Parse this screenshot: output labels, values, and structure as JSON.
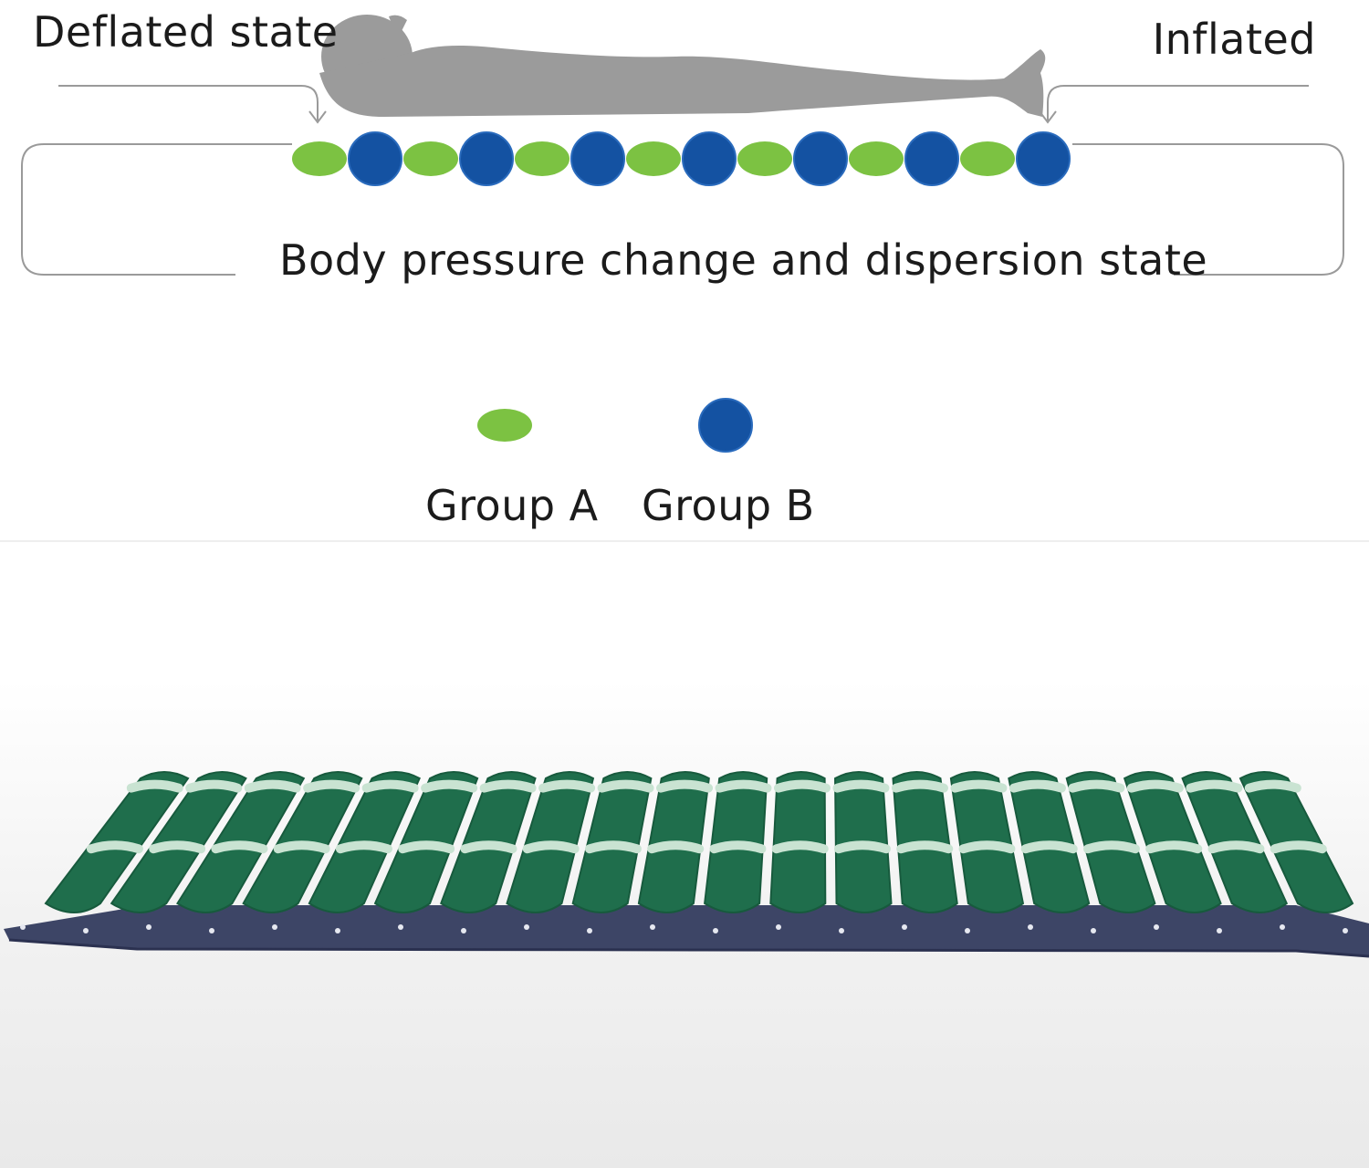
{
  "diagram": {
    "deflated_label": "Deflated state",
    "inflated_label": "Inflated",
    "caption": "Body pressure change and dispersion state"
  },
  "legend": {
    "group_a": {
      "label": "Group A",
      "color": "#7cc242"
    },
    "group_b": {
      "label": "Group B",
      "color": "#1452a2"
    }
  },
  "cell_sequence": [
    "A",
    "B",
    "A",
    "B",
    "A",
    "B",
    "A",
    "B",
    "A",
    "B",
    "A",
    "B",
    "A",
    "B"
  ],
  "colors": {
    "body_silhouette": "#9b9b9b",
    "mattress_tube": "#1f6e4c",
    "mattress_band": "#c9e3d2",
    "mattress_base": "#3d4566",
    "outline": "#999999"
  },
  "icons": [
    "person-silhouette-icon",
    "arrow-down-icon",
    "mattress-photo"
  ]
}
